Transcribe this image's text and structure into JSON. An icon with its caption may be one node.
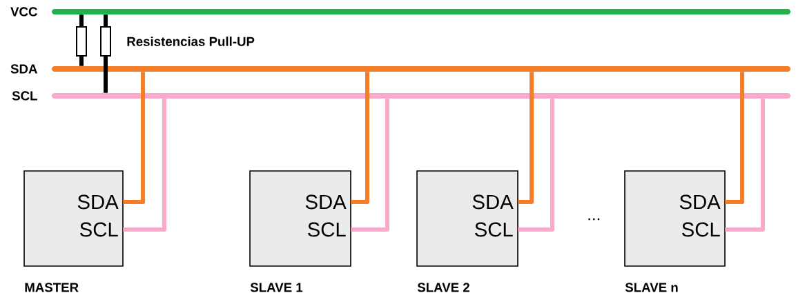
{
  "diagram": {
    "nodes": [
      {
        "text": [
          "VCC"
        ]
      },
      {
        "text": [
          "SDA"
        ]
      },
      {
        "text": [
          "SCL"
        ]
      },
      {
        "text": [],
        "shape": "box"
      },
      {
        "text": [],
        "shape": "box"
      },
      {
        "text": [
          "SDA",
          "SCL"
        ],
        "beside": [
          "MASTER"
        ]
      },
      {
        "text": [
          "SDA",
          "SCL"
        ],
        "beside": [
          "SLAVE 1"
        ]
      },
      {
        "text": [
          "SDA",
          "SCL"
        ],
        "beside": [
          "SLAVE 2"
        ]
      },
      {
        "text": [
          "SDA",
          "SCL"
        ],
        "beside": [
          "SLAVE n"
        ]
      }
    ],
    "edges": [
      {
        "from": 0,
        "to": 3,
        "arrow": "none",
        "color": "#000000"
      },
      {
        "from": 3,
        "to": 1,
        "arrow": "none",
        "color": "#000000"
      },
      {
        "from": 0,
        "to": 4,
        "arrow": "none",
        "color": "#000000"
      },
      {
        "from": 4,
        "to": 2,
        "arrow": "none",
        "color": "#000000"
      },
      {
        "from": 5,
        "to": 1,
        "arrow": "none",
        "color": "#f57f29"
      },
      {
        "from": 5,
        "to": 2,
        "arrow": "none",
        "color": "#f9a9c9"
      },
      {
        "from": 6,
        "to": 1,
        "arrow": "none",
        "color": "#f57f29"
      },
      {
        "from": 6,
        "to": 2,
        "arrow": "none",
        "color": "#f9a9c9"
      },
      {
        "from": 7,
        "to": 1,
        "arrow": "none",
        "color": "#f57f29"
      },
      {
        "from": 7,
        "to": 2,
        "arrow": "none",
        "color": "#f9a9c9"
      },
      {
        "from": 8,
        "to": 1,
        "arrow": "none",
        "color": "#f57f29"
      },
      {
        "from": 8,
        "to": 2,
        "arrow": "none",
        "color": "#f9a9c9"
      }
    ],
    "labels": [
      "Resistencias Pull-UP",
      "..."
    ]
  }
}
